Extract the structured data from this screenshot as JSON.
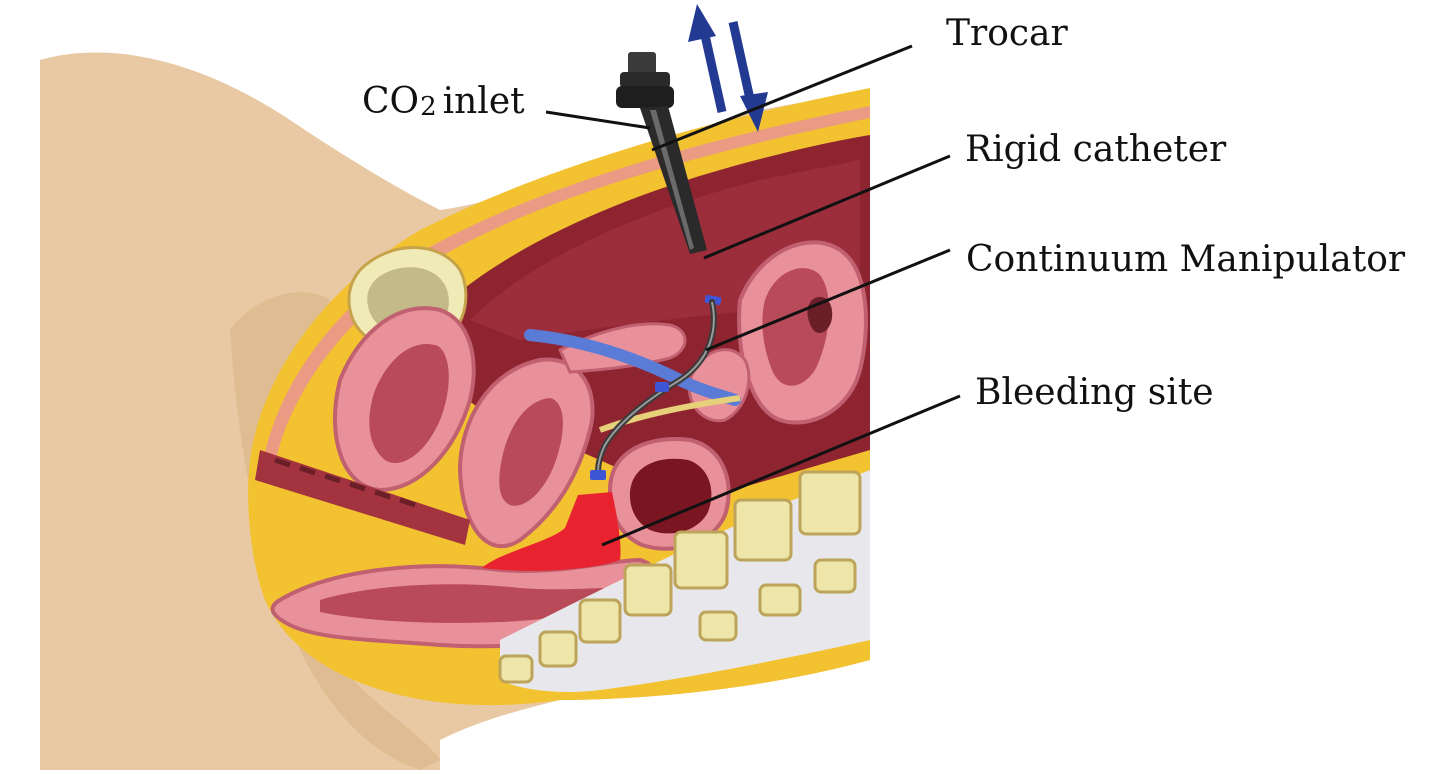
{
  "labels": {
    "trocar": "Trocar",
    "co2_main": "CO",
    "co2_sub": "2",
    "co2_suffix": "inlet",
    "rigid_catheter": "Rigid catheter",
    "continuum_manipulator": "Continuum Manipulator",
    "bleeding_site": "Bleeding site"
  },
  "colors": {
    "skin": "#E9C9A3",
    "fat": "#F2C230",
    "cavity": "#8E2430",
    "organ_pink": "#E8919A",
    "bone": "#EDE6A8",
    "vessel_blue": "#5A7BD6",
    "bleeding": "#E8222E",
    "arrow_blue": "#233A93",
    "instrument": "#2A2A2A"
  }
}
